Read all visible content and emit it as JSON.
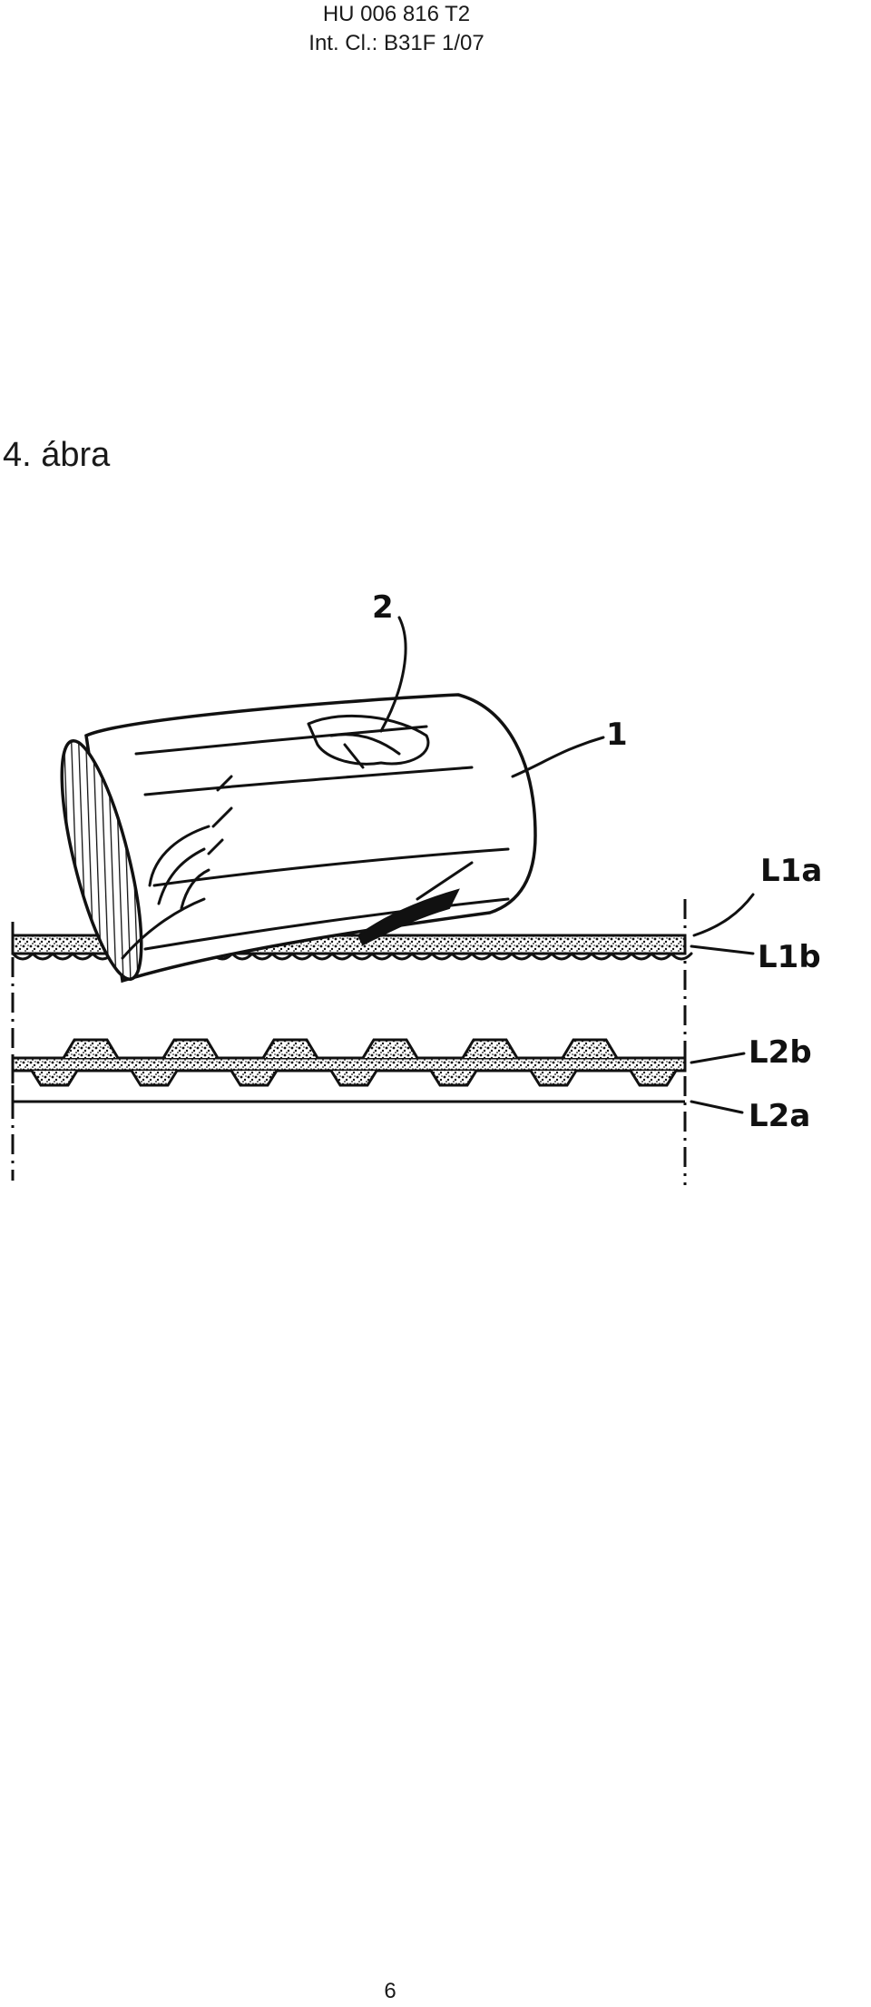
{
  "header": {
    "patent_number": "HU 006 816 T2",
    "classification": "Int. Cl.: B31F 1/07"
  },
  "figure": {
    "title": "4. ábra",
    "labels": {
      "roll": "1",
      "pattern": "2",
      "layer_1a": "L1a",
      "layer_1b": "L1b",
      "layer_2b": "L2b",
      "layer_2a": "L2a"
    }
  },
  "footer": {
    "page_number": "6"
  }
}
